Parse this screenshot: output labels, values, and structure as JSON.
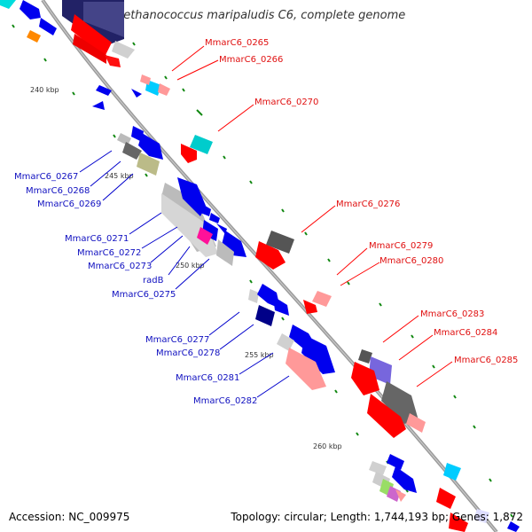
{
  "map": {
    "title": "Methanococcus maripaludis C6, complete genome",
    "accession": "Accession: NC_009975",
    "summary": "Topology: circular; Length: 1,744,193 bp; Genes: 1,872"
  },
  "scale": {
    "kbp_240": "240 kbp",
    "kbp_245": "245 kbp",
    "kbp_250": "250 kbp",
    "kbp_255": "255 kbp",
    "kbp_260": "260 kbp"
  },
  "labels_outer": {
    "l0265": "MmarC6_0265",
    "l0266": "MmarC6_0266",
    "l0270": "MmarC6_0270",
    "l0276": "MmarC6_0276",
    "l0279": "MmarC6_0279",
    "l0280": "MmarC6_0280",
    "l0283": "MmarC6_0283",
    "l0284": "MmarC6_0284",
    "l0285": "MmarC6_0285"
  },
  "labels_inner": {
    "l0267": "MmarC6_0267",
    "l0268": "MmarC6_0268",
    "l0269": "MmarC6_0269",
    "l0271": "MmarC6_0271",
    "l0272": "MmarC6_0272",
    "l0273": "MmarC6_0273",
    "radB": "radB",
    "l0275": "MmarC6_0275",
    "l0277": "MmarC6_0277",
    "l0278": "MmarC6_0278",
    "l0281": "MmarC6_0281",
    "l0282": "MmarC6_0282"
  },
  "colors": {
    "forward_strand_red": "#ff0000",
    "reverse_strand_blue": "#0000ee",
    "backbone": "#888888",
    "gc_ticks": "#118811"
  }
}
